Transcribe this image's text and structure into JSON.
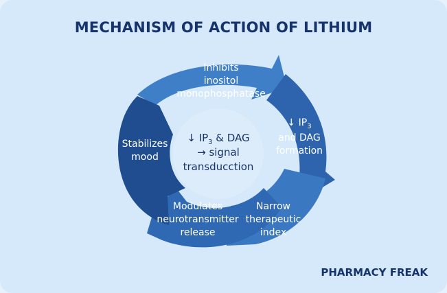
{
  "title": "MECHANISM OF ACTION OF LITHIUM",
  "brand": "PHARMACY FREAK",
  "center": {
    "line1_pre": "↓ IP",
    "line1_sub": "3",
    "line1_post": " & DAG",
    "line2": "→ signal",
    "line3": "transducction"
  },
  "segments": [
    {
      "lines": [
        "Inhibits",
        "inositol",
        "monophosphatase"
      ],
      "color": "#3e7fc8"
    },
    {
      "lines": [
        "↓ IP3",
        "and DAG",
        "formation"
      ],
      "color": "#2e63ad"
    },
    {
      "lines": [
        "Narrow",
        "therapeutic",
        "index"
      ],
      "color": "#3b78c2"
    },
    {
      "lines": [
        "Modulates",
        "neurotransmitter",
        "release"
      ],
      "color": "#2f68b3"
    },
    {
      "lines": [
        "Stabilizes",
        "mood"
      ],
      "color": "#1f4d8f"
    }
  ],
  "colors": {
    "background": "#d6e9fa",
    "title": "#17336b",
    "center": "#dcecfb"
  }
}
